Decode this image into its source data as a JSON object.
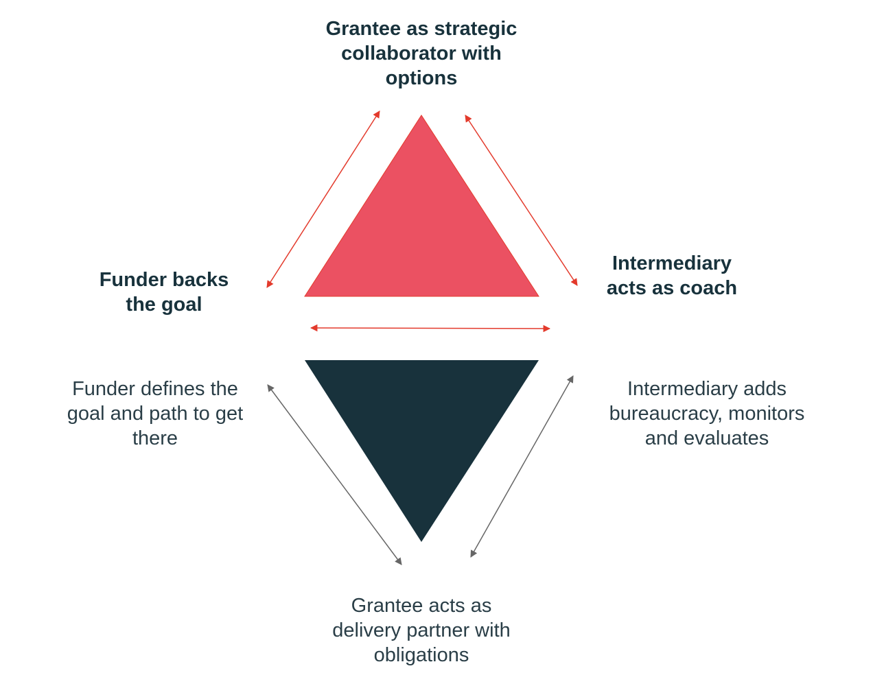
{
  "colors": {
    "positive_triangle": "#eb5162",
    "negative_triangle": "#18323c",
    "positive_arrow": "#e33a2c",
    "negative_arrow": "#666666",
    "text_dark": "#18323c"
  },
  "positive_model": {
    "top": [
      "Grantee as strategic",
      "collaborator with",
      "options"
    ],
    "left": [
      "Funder backs",
      "the goal"
    ],
    "right": [
      "Intermediary",
      "acts as coach"
    ]
  },
  "negative_model": {
    "left": [
      "Funder defines the",
      "goal and path to get",
      "there"
    ],
    "right": [
      "Intermediary adds",
      "bureaucracy, monitors",
      "and evaluates"
    ],
    "bottom": [
      "Grantee acts as",
      "delivery partner with",
      "obligations"
    ]
  }
}
